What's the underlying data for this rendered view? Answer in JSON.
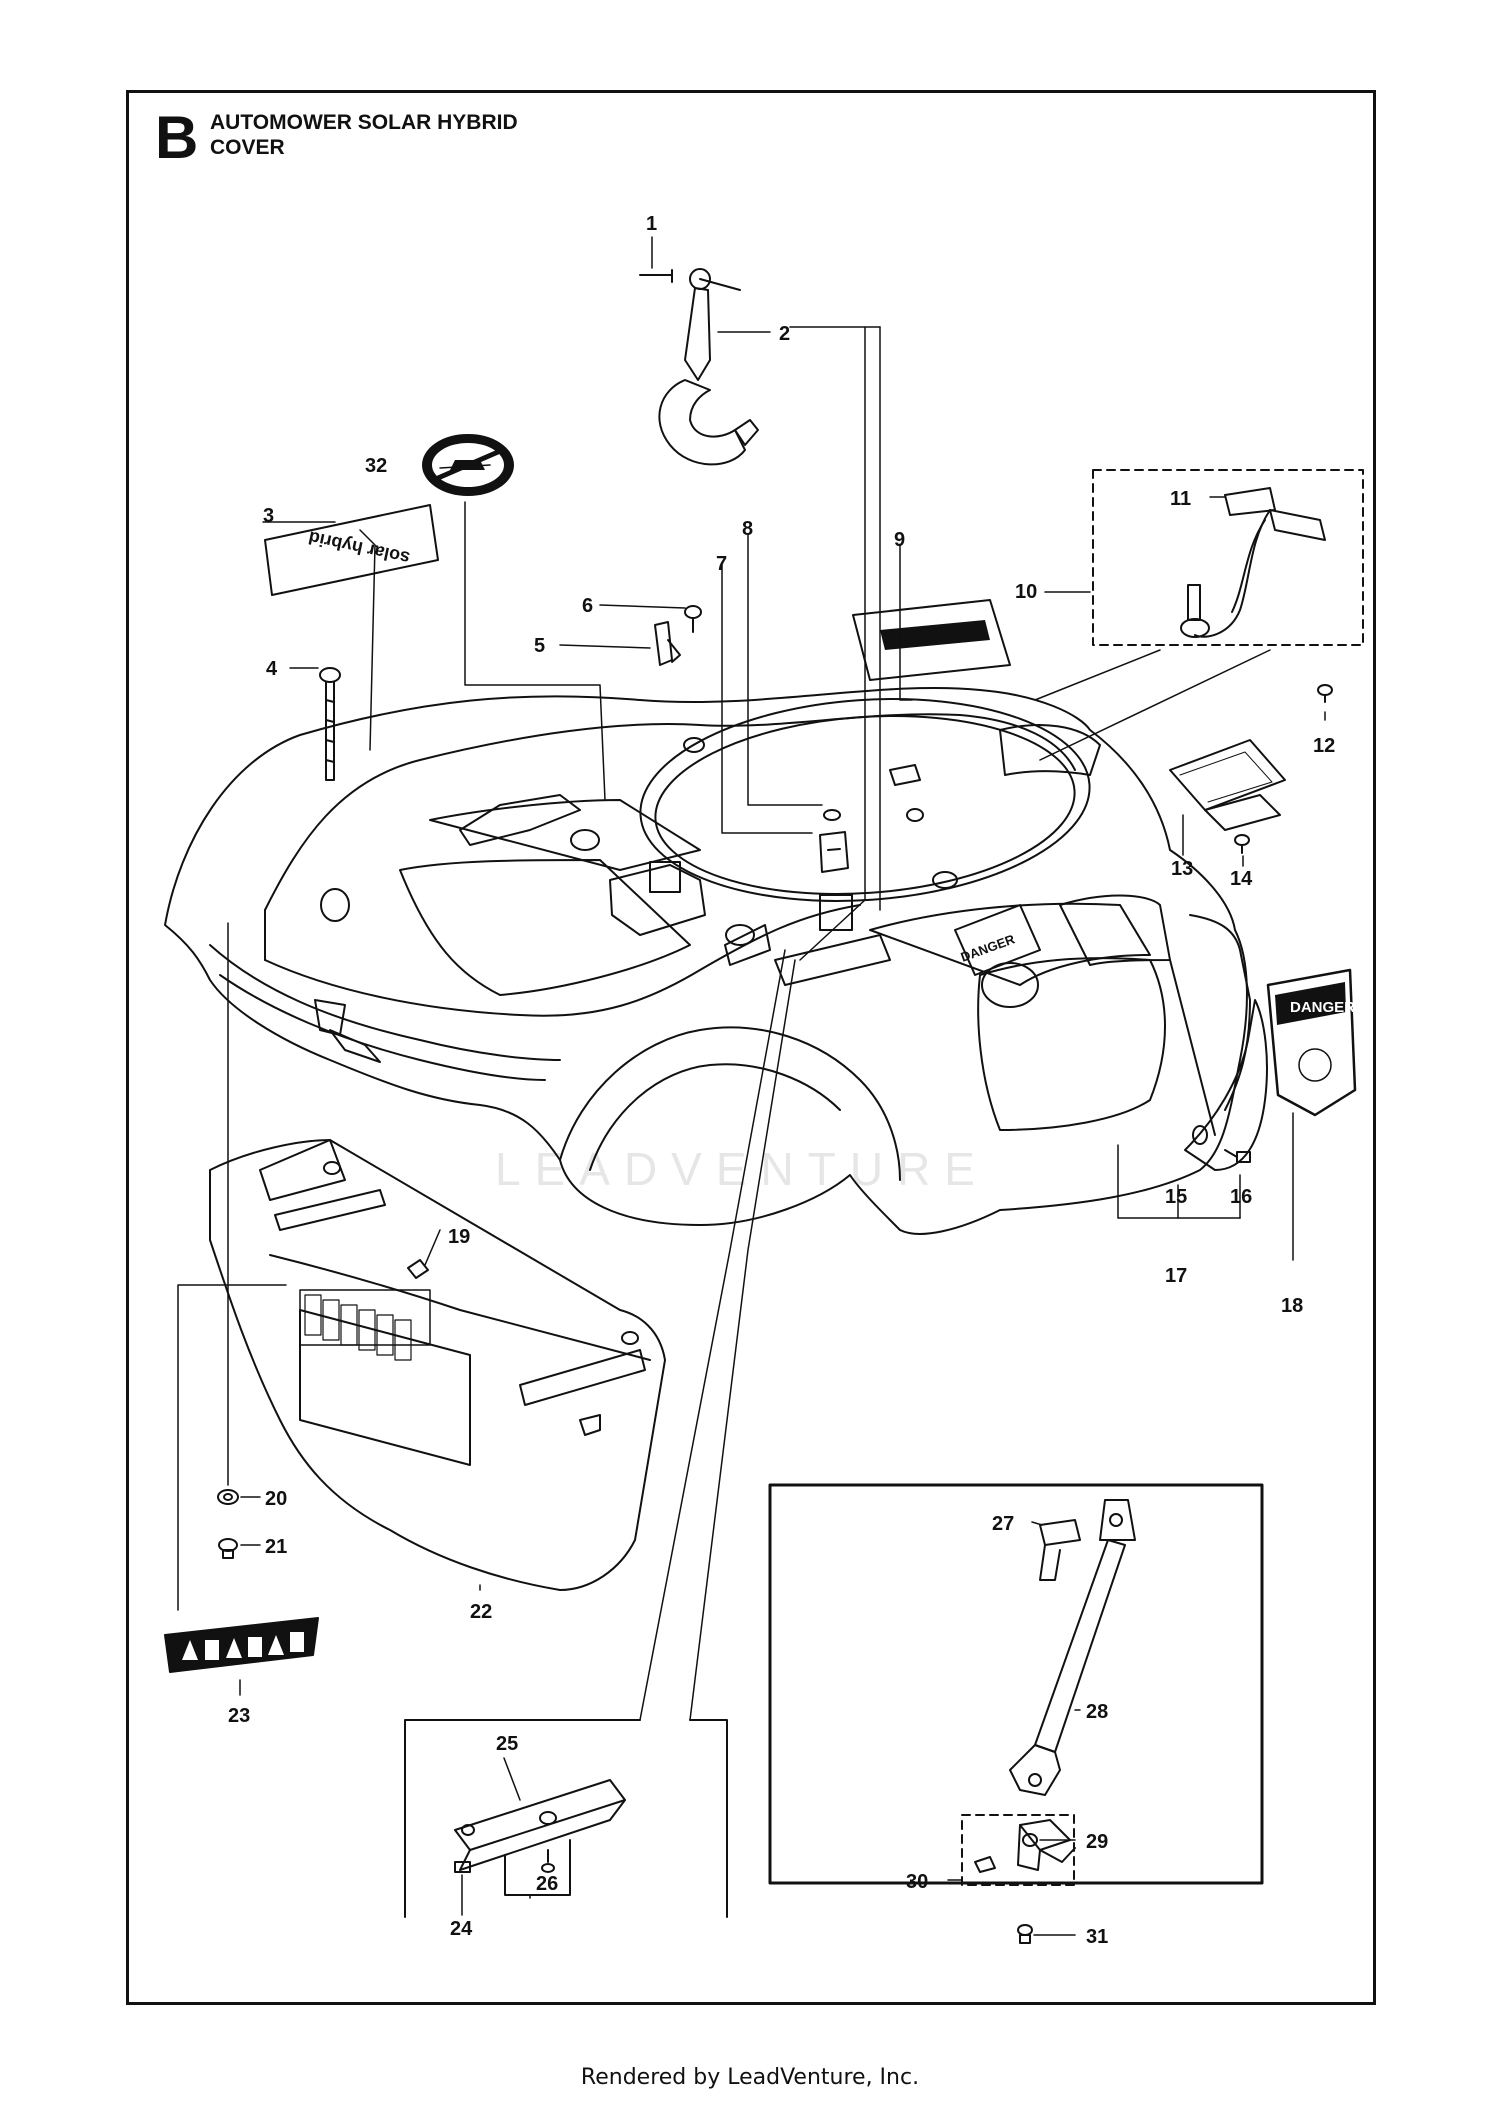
{
  "diagram": {
    "section_letter": "B",
    "title_line1": "AUTOMOWER SOLAR HYBRID",
    "title_line2": "COVER",
    "watermark": "LEADVENTURE",
    "callouts": [
      "1",
      "2",
      "3",
      "4",
      "5",
      "6",
      "7",
      "8",
      "9",
      "10",
      "11",
      "12",
      "13",
      "14",
      "15",
      "16",
      "17",
      "18",
      "19",
      "20",
      "21",
      "22",
      "23",
      "24",
      "25",
      "26",
      "27",
      "28",
      "29",
      "30",
      "31",
      "32"
    ],
    "decals": {
      "solar_hybrid": "solar hybrid",
      "danger_large": "DANGER",
      "danger_body": "DANGER"
    }
  },
  "footer": {
    "text": "Rendered by LeadVenture, Inc."
  }
}
